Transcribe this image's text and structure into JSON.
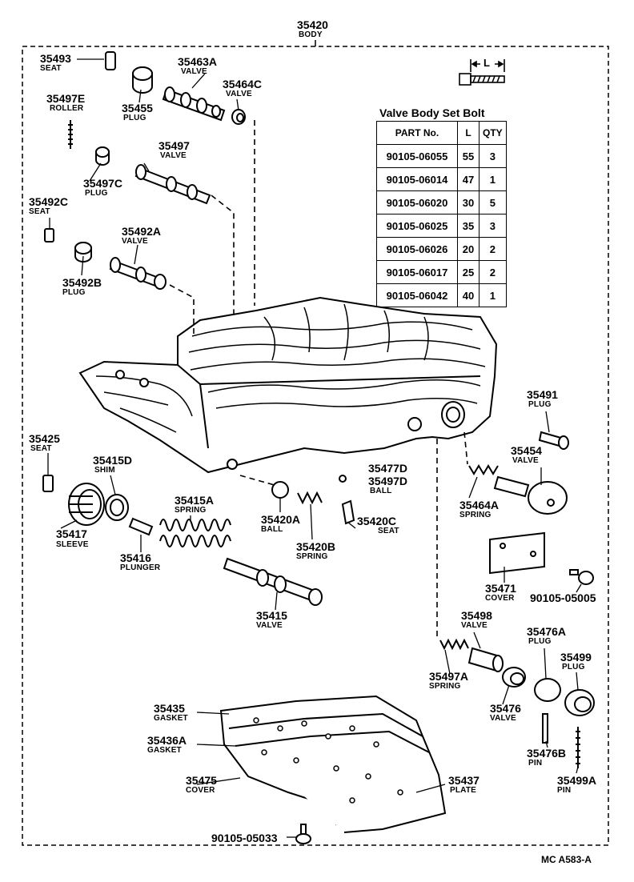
{
  "title": {
    "number": "35420",
    "name": "BODY"
  },
  "table": {
    "title": "Valve Body Set Bolt",
    "dimension_label": "L",
    "headers": [
      "PART No.",
      "L",
      "QTY"
    ],
    "rows": [
      [
        "90105-06055",
        "55",
        "3"
      ],
      [
        "90105-06014",
        "47",
        "1"
      ],
      [
        "90105-06020",
        "30",
        "5"
      ],
      [
        "90105-06025",
        "35",
        "3"
      ],
      [
        "90105-06026",
        "20",
        "2"
      ],
      [
        "90105-06017",
        "25",
        "2"
      ],
      [
        "90105-06042",
        "40",
        "1"
      ]
    ]
  },
  "parts": {
    "p35493": {
      "num": "35493",
      "name": "SEAT"
    },
    "p35463A": {
      "num": "35463A",
      "name": "VALVE"
    },
    "p35464C": {
      "num": "35464C",
      "name": "VALVE"
    },
    "p35497E": {
      "num": "35497E",
      "name": "ROLLER"
    },
    "p35455": {
      "num": "35455",
      "name": "PLUG"
    },
    "p35497": {
      "num": "35497",
      "name": "VALVE"
    },
    "p35497C": {
      "num": "35497C",
      "name": "PLUG"
    },
    "p35492C": {
      "num": "35492C",
      "name": "SEAT"
    },
    "p35492A": {
      "num": "35492A",
      "name": "VALVE"
    },
    "p35492B": {
      "num": "35492B",
      "name": "PLUG"
    },
    "p35491": {
      "num": "35491",
      "name": "PLUG"
    },
    "p35454": {
      "num": "35454",
      "name": "VALVE"
    },
    "p35425": {
      "num": "35425",
      "name": "SEAT"
    },
    "p35415D": {
      "num": "35415D",
      "name": "SHIM"
    },
    "p35477D": {
      "num": "35477D",
      "name": ""
    },
    "p35497D": {
      "num": "35497D",
      "name": "BALL"
    },
    "p35415A": {
      "num": "35415A",
      "name": "SPRING"
    },
    "p35464A": {
      "num": "35464A",
      "name": "SPRING"
    },
    "p35420A": {
      "num": "35420A",
      "name": "BALL"
    },
    "p35420C": {
      "num": "35420C",
      "name": "SEAT"
    },
    "p35417": {
      "num": "35417",
      "name": "SLEEVE"
    },
    "p35416": {
      "num": "35416",
      "name": "PLUNGER"
    },
    "p35420B": {
      "num": "35420B",
      "name": "SPRING"
    },
    "p35471": {
      "num": "35471",
      "name": "COVER"
    },
    "p90105_05005": {
      "num": "90105-05005",
      "name": ""
    },
    "p35415": {
      "num": "35415",
      "name": "VALVE"
    },
    "p35498": {
      "num": "35498",
      "name": "VALVE"
    },
    "p35476A": {
      "num": "35476A",
      "name": "PLUG"
    },
    "p35499": {
      "num": "35499",
      "name": "PLUG"
    },
    "p35497A": {
      "num": "35497A",
      "name": "SPRING"
    },
    "p35476": {
      "num": "35476",
      "name": "VALVE"
    },
    "p35435": {
      "num": "35435",
      "name": "GASKET"
    },
    "p35436A": {
      "num": "35436A",
      "name": "GASKET"
    },
    "p35476B": {
      "num": "35476B",
      "name": "PIN"
    },
    "p35475": {
      "num": "35475",
      "name": "COVER"
    },
    "p35437": {
      "num": "35437",
      "name": "PLATE"
    },
    "p35499A": {
      "num": "35499A",
      "name": "PIN"
    },
    "p90105_05033": {
      "num": "90105-05033",
      "name": ""
    }
  },
  "footer": {
    "code": "MC A583-A"
  }
}
